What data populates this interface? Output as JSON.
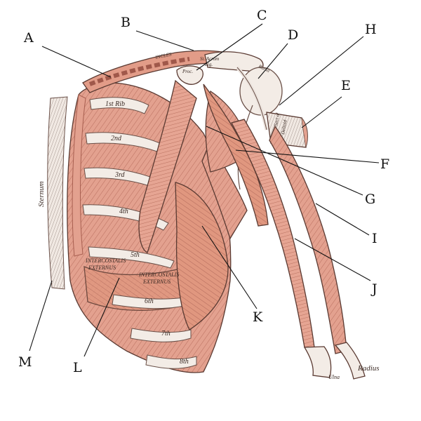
{
  "figure": {
    "callouts": [
      "A",
      "B",
      "C",
      "D",
      "E",
      "F",
      "G",
      "H",
      "I",
      "J",
      "K",
      "L",
      "M"
    ],
    "inscriptions": {
      "sternum": "Sternum",
      "rib_1": "1st Rib",
      "rib_2": "2nd",
      "rib_3": "3rd",
      "rib_4": "4th",
      "rib_5": "5th",
      "rib_6": "6th",
      "rib_7": "7th",
      "rib_8": "8th",
      "intercostalis_1": "INTERCOSTALIS",
      "externus_1": "EXTERNUS",
      "intercostalis_2": "INTERCOSTALIS",
      "externus_2": "EXTERNUS",
      "clavicle": "INCLES",
      "st_acrom_1": "St. Acrom",
      "st_acrom_2": "Lig.",
      "process": "Proc.",
      "bursa": "Bursa",
      "deltoid_1": "Sect of",
      "deltoid_2": "Deltoid",
      "ulna": "Ulna",
      "radius": "Radius"
    },
    "colors": {
      "muscle": "#e3a18f",
      "muscle_dark": "#c97a68",
      "bone": "#f3ece6",
      "ink": "#111111",
      "background": "#ffffff"
    }
  }
}
